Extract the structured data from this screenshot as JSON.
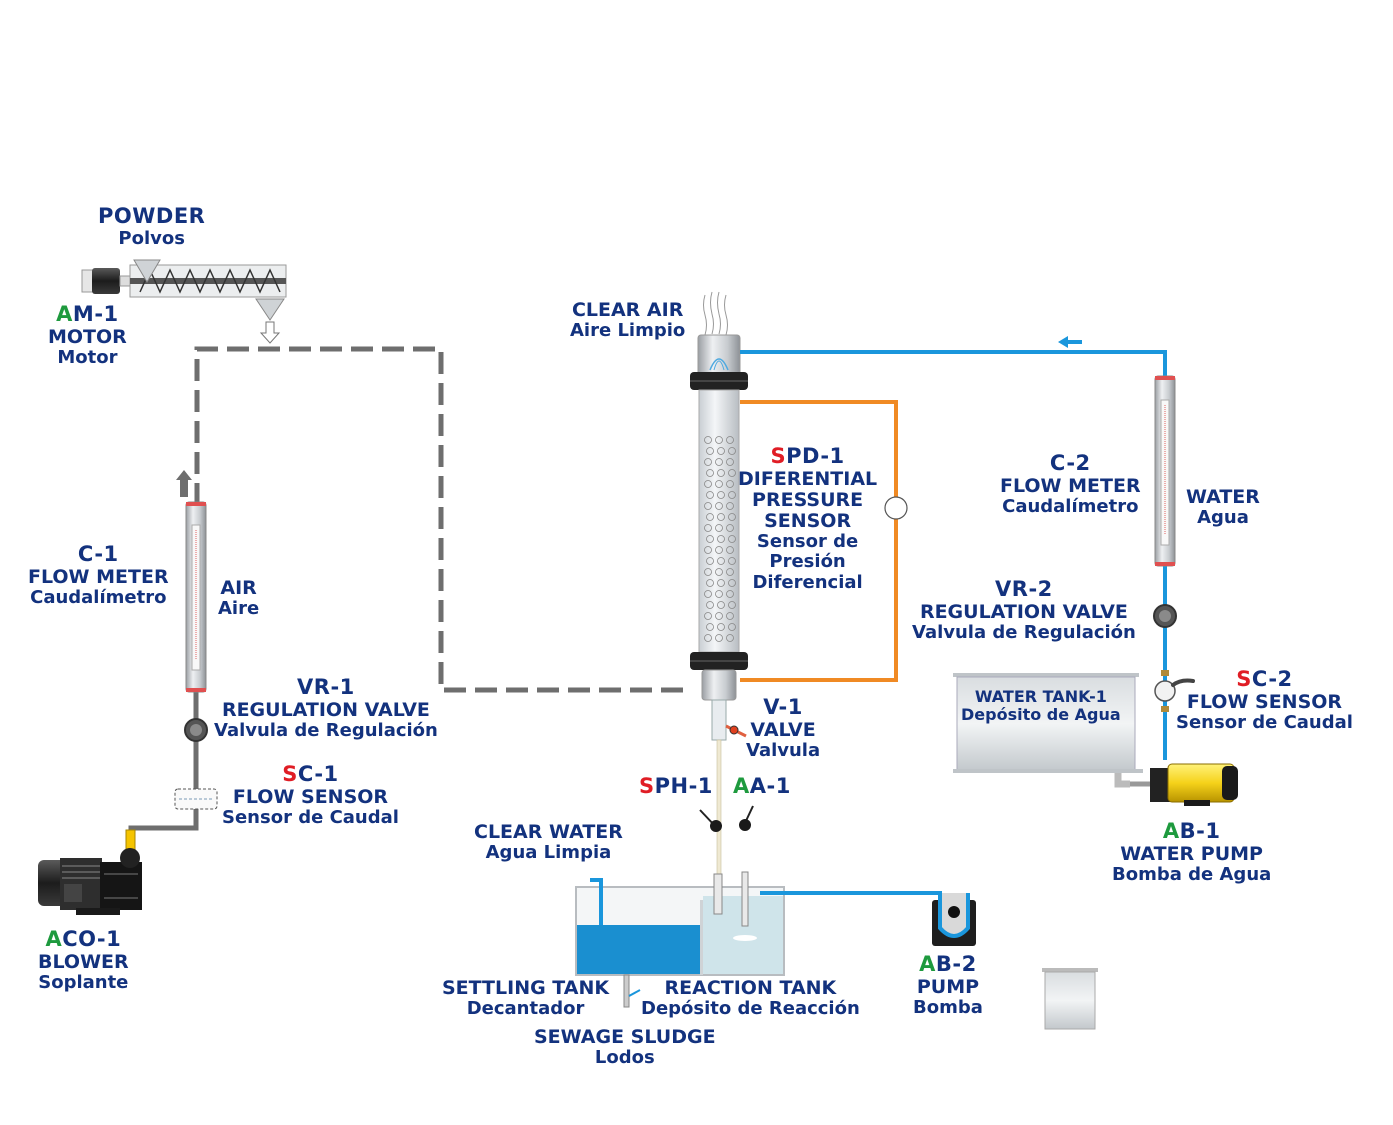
{
  "colors": {
    "label_text": "#13327e",
    "sensor_prefix": "#e01d25",
    "actuator_prefix": "#1e9a3e",
    "water_line": "#1a96dc",
    "air_line": "#6e6e6e",
    "pressure_line": "#f08a24",
    "pump_yellow": "#f5d21a"
  },
  "components": {
    "powder": {
      "title": "POWDER",
      "subtitle": "Polvos"
    },
    "motor": {
      "prefix": "A",
      "code_rest": "M-1",
      "title": "MOTOR",
      "subtitle": "Motor"
    },
    "clear_air": {
      "title": "CLEAR AIR",
      "subtitle": "Aire Limpio"
    },
    "spd1": {
      "prefix": "S",
      "code_rest": "PD-1",
      "lines": [
        "DIFERENTIAL",
        "PRESSURE",
        "SENSOR"
      ],
      "sub_lines": [
        "Sensor de",
        "Presión",
        "Diferencial"
      ]
    },
    "c2": {
      "code": "C-2",
      "title": "FLOW METER",
      "subtitle": "Caudalímetro"
    },
    "water": {
      "title": "WATER",
      "subtitle": "Agua"
    },
    "c1": {
      "code": "C-1",
      "title": "FLOW METER",
      "subtitle": "Caudalímetro"
    },
    "air": {
      "title": "AIR",
      "subtitle": "Aire"
    },
    "vr2": {
      "code": "VR-2",
      "title": "REGULATION VALVE",
      "subtitle": "Valvula de Regulación"
    },
    "vr1": {
      "code": "VR-1",
      "title": "REGULATION VALVE",
      "subtitle": "Valvula de Regulación"
    },
    "water_tank": {
      "title": "WATER TANK-1",
      "subtitle": "Depósito de Agua"
    },
    "sc2": {
      "prefix": "S",
      "code_rest": "C-2",
      "title": "FLOW SENSOR",
      "subtitle": "Sensor de Caudal"
    },
    "v1": {
      "code": "V-1",
      "title": "VALVE",
      "subtitle": "Valvula"
    },
    "sc1": {
      "prefix": "S",
      "code_rest": "C-1",
      "title": "FLOW SENSOR",
      "subtitle": "Sensor de Caudal"
    },
    "sph1": {
      "prefix": "S",
      "code_rest": "PH-1"
    },
    "aa1": {
      "prefix": "A",
      "code_rest": "A-1"
    },
    "clear_water": {
      "title": "CLEAR WATER",
      "subtitle": "Agua Limpia"
    },
    "ab1": {
      "prefix": "A",
      "code_rest": "B-1",
      "title": "WATER PUMP",
      "subtitle": "Bomba de Agua"
    },
    "aco1": {
      "prefix": "A",
      "code_rest": "CO-1",
      "title": "BLOWER",
      "subtitle": "Soplante"
    },
    "ab2": {
      "prefix": "A",
      "code_rest": "B-2",
      "title": "PUMP",
      "subtitle": "Bomba"
    },
    "settling_tank": {
      "title": "SETTLING TANK",
      "subtitle": "Decantador"
    },
    "reaction_tank": {
      "title": "REACTION TANK",
      "subtitle": "Depósito de Reacción"
    },
    "sewage_sludge": {
      "title": "SEWAGE SLUDGE",
      "subtitle": "Lodos"
    }
  }
}
